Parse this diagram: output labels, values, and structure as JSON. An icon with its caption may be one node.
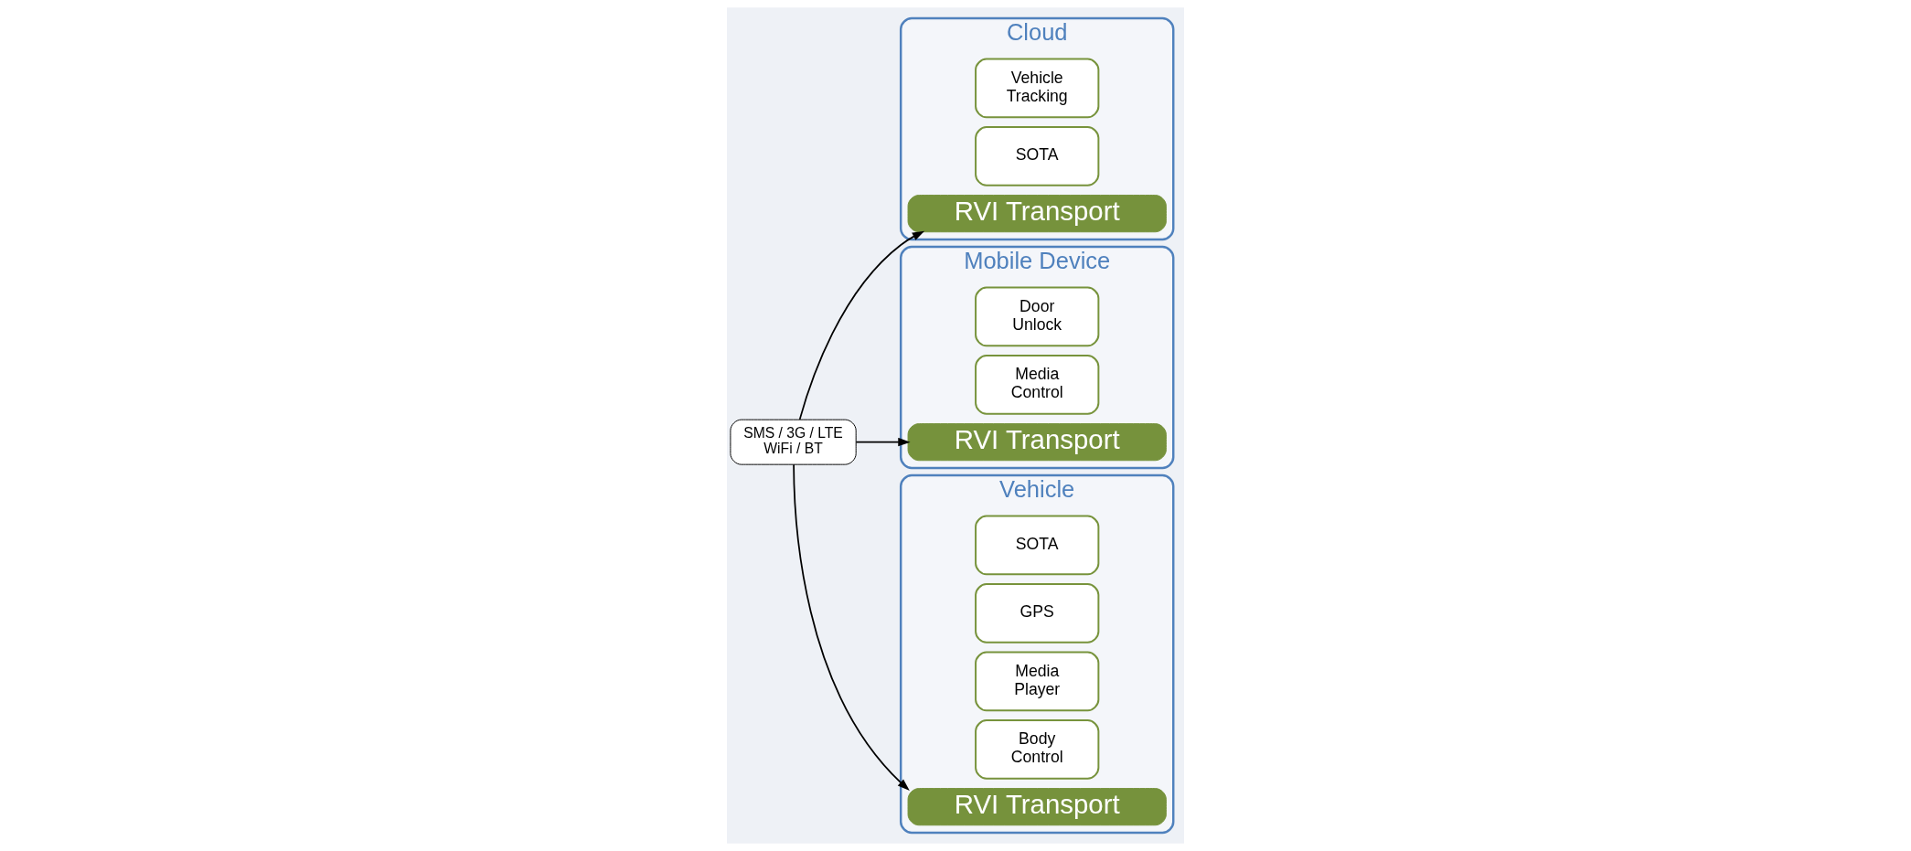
{
  "diagram": {
    "nodes": [
      {
        "text": [
          "Cloud"
        ]
      },
      {
        "text": [
          "Vehicle Tracking"
        ],
        "in": 0
      },
      {
        "text": [
          "SOTA"
        ],
        "in": 0
      },
      {
        "text": [
          "RVI Transport"
        ],
        "in": 0
      },
      {
        "text": [
          "Mobile Device"
        ]
      },
      {
        "text": [
          "Door Unlock"
        ],
        "in": 4
      },
      {
        "text": [
          "Media Control"
        ],
        "in": 4
      },
      {
        "text": [
          "RVI Transport"
        ],
        "in": 4
      },
      {
        "text": [
          "SMS / 3G / LTE WiFi / BT"
        ]
      },
      {
        "text": [
          "Vehicle"
        ]
      },
      {
        "text": [
          "SOTA"
        ],
        "in": 9
      },
      {
        "text": [
          "GPS"
        ],
        "in": 9
      },
      {
        "text": [
          "Media Player"
        ],
        "in": 9
      },
      {
        "text": [
          "Body Control"
        ],
        "in": 9
      },
      {
        "text": [
          "RVI Transport"
        ],
        "in": 9
      }
    ],
    "edges": [
      {
        "from": 8,
        "to": 3,
        "arrow": "to"
      },
      {
        "from": 8,
        "to": 7,
        "arrow": "to"
      },
      {
        "from": 8,
        "to": 14,
        "arrow": "to"
      }
    ]
  }
}
